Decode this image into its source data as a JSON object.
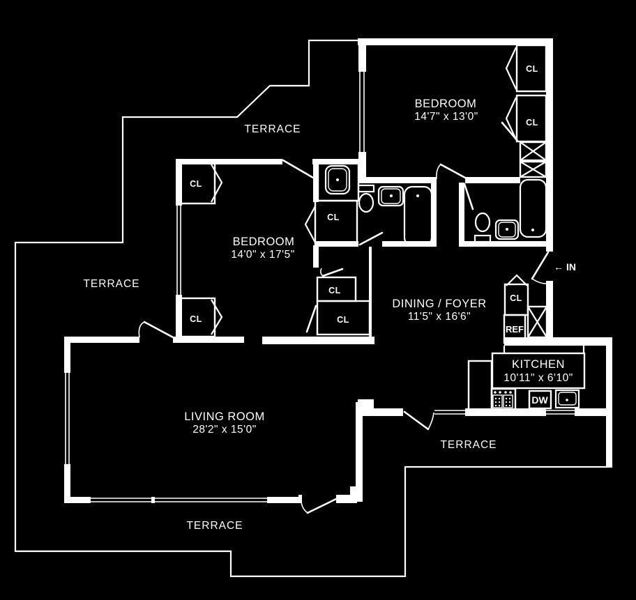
{
  "colors": {
    "background": "#000000",
    "lines": "#ffffff"
  },
  "rooms": {
    "bedroom_top": {
      "name": "BEDROOM",
      "dims": "14'7\" x 13'0\""
    },
    "bedroom_left": {
      "name": "BEDROOM",
      "dims": "14'0\" x 17'5\""
    },
    "dining_foyer": {
      "name": "DINING / FOYER",
      "dims": "11'5\" x 16'6\""
    },
    "living_room": {
      "name": "LIVING ROOM",
      "dims": "28'2\" x 15'0\""
    },
    "kitchen": {
      "name": "KITCHEN",
      "dims": "10'11\" x 6'10\""
    }
  },
  "terraces": {
    "top": "TERRACE",
    "left": "TERRACE",
    "bottom": "TERRACE",
    "right": "TERRACE"
  },
  "labels": {
    "closet": "CL",
    "refrigerator": "REF",
    "dishwasher": "DW",
    "entry_arrow": "←",
    "entry": "IN"
  }
}
